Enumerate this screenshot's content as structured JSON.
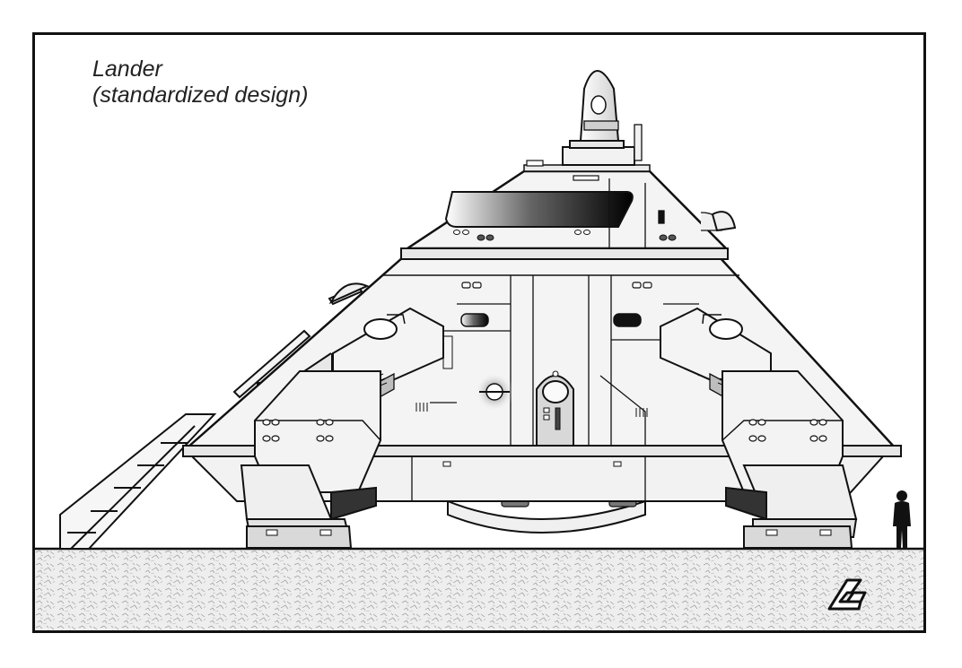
{
  "title": {
    "line1": "Lander",
    "line2": "(standardized design)"
  },
  "illustration": {
    "subject": "lander-spacecraft-side-view",
    "scale_figure": "human-silhouette",
    "logo": "stylized-G-logo"
  },
  "colors": {
    "ink": "#111111",
    "hull": "#f2f2f2",
    "hull_shade": "#d9d9d9",
    "ground": "#ededed",
    "frame": "#111111"
  }
}
